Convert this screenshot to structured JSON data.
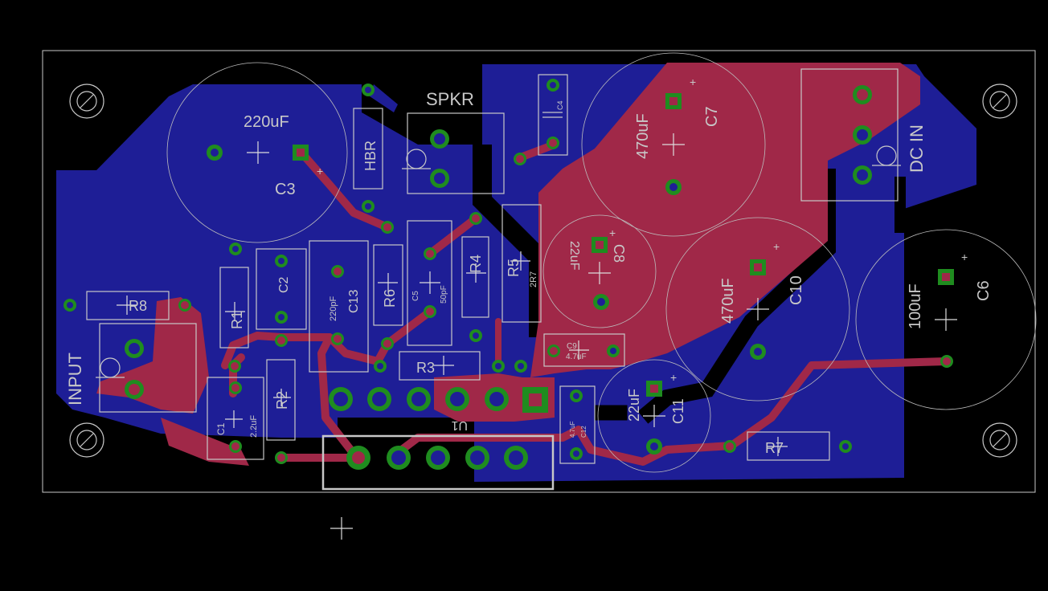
{
  "board": {
    "colors": {
      "background": "#000000",
      "bottom_copper": "#1e1e96",
      "top_copper": "#a02848",
      "pad": "#1f8c1f",
      "silkscreen": "#c8c8c8"
    }
  },
  "labels": {
    "c3_value": "220uF",
    "c3": "C3",
    "hbr": "HBR",
    "spkr": "SPKR",
    "c4": "C4",
    "c7_value": "470uF",
    "c7": "C7",
    "dc_in": "DC IN",
    "c8_value": "22uF",
    "c8": "C8",
    "c10_value": "470uF",
    "c10": "C10",
    "c6_value": "100uF",
    "c6": "C6",
    "r8": "R8",
    "r1": "R1",
    "c2": "C2",
    "c13_value": "220pF",
    "c13": "C13",
    "r6": "R6",
    "c5": "C5",
    "c5_value": "50pF",
    "r4": "R4",
    "r5": "R5",
    "r5_value": "2R7",
    "c9": "C9",
    "c9_value": "4.7uF",
    "r3": "R3",
    "input": "INPUT",
    "r2": "R2",
    "c1": "C1",
    "c1_value": "2.2uF",
    "u1": "U1",
    "c12": "C12",
    "c12_value": "4.7uF",
    "c11_value": "22uF",
    "c11": "C11",
    "r7": "R7",
    "plus": "+"
  }
}
